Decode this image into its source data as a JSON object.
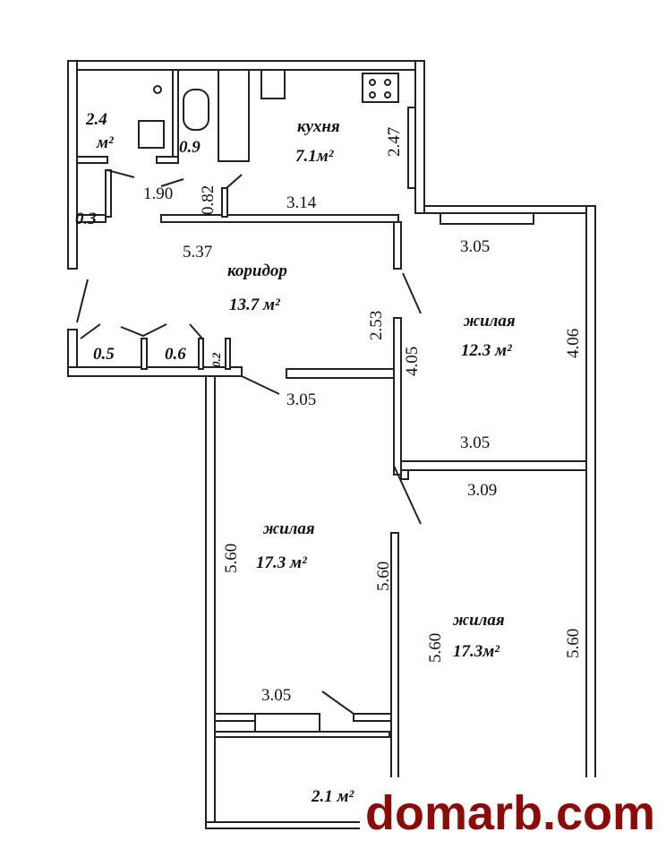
{
  "rooms": {
    "bathroom": {
      "area": "2.4",
      "unit": "м²"
    },
    "toilet": {
      "area": "0.9"
    },
    "kitchen": {
      "name": "кухня",
      "area": "7.1м²",
      "dim_side": "2.47",
      "dim_bottom": "3.14"
    },
    "closet_small": {
      "area": "0.3"
    },
    "hall": {
      "dim_width": "1.90",
      "dim_door": "0.82"
    },
    "corridor": {
      "name": "коридор",
      "area": "13.7  м²",
      "dim_length": "5.37",
      "dim_side": "2.53",
      "dim_bottom": "3.05"
    },
    "closets": [
      "0.5",
      "0.6",
      "0.2"
    ],
    "bedroom_1": {
      "name": "жилая",
      "area": "12.3 м²",
      "dim_top": "3.05",
      "dim_bottom": "3.05",
      "dim_left": "4.05",
      "dim_right": "4.06"
    },
    "bedroom_2": {
      "name": "жилая",
      "area": "17.3  м²",
      "dim_left": "5.60",
      "dim_right": "5.60",
      "dim_bottom": "3.05"
    },
    "bedroom_3": {
      "name": "жилая",
      "area": "17.3м²",
      "dim_top": "3.09",
      "dim_left": "5.60",
      "dim_right": "5.60"
    },
    "balcony": {
      "area": "2.1 м²"
    }
  },
  "watermark": {
    "text": "domarb.com",
    "color": "#8b0a0a"
  }
}
